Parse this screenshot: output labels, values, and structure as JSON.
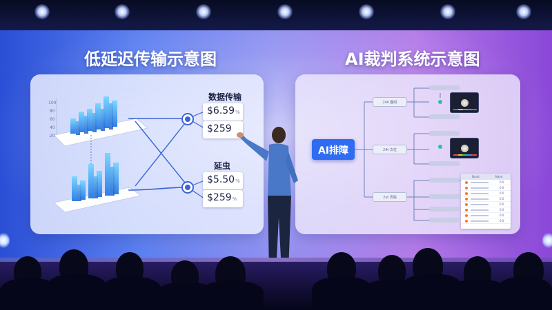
{
  "left_panel": {
    "heading": "低延迟传输示意图",
    "axis_ticks": [
      "100",
      "80",
      "60",
      "40",
      "20"
    ],
    "top_group_title": "数据传输",
    "top_prices": [
      {
        "value": "$6.59",
        "suffix": "%"
      },
      {
        "value": "$259",
        "suffix": ""
      }
    ],
    "bottom_group_title": "延虫",
    "bottom_prices": [
      {
        "value": "$5.50",
        "suffix": "%"
      },
      {
        "value": "$259",
        "suffix": "%"
      }
    ]
  },
  "right_panel": {
    "heading": "AI裁判系统示意图",
    "center_node": "AI排障",
    "tiers": [
      "24ñ 翻时",
      "24t 次位",
      "2xt 页院"
    ],
    "table": {
      "headers": [
        "Nand",
        "Navd"
      ],
      "rows": [
        "0.0",
        "0.0",
        "0.0",
        "0.0",
        "0.0",
        "0.0",
        "0.0",
        "0.0"
      ]
    }
  },
  "colors": {
    "accent_blue": "#2f6cf2",
    "bar_blue": "#4aa8f0",
    "line_blue": "#3b63d8"
  }
}
